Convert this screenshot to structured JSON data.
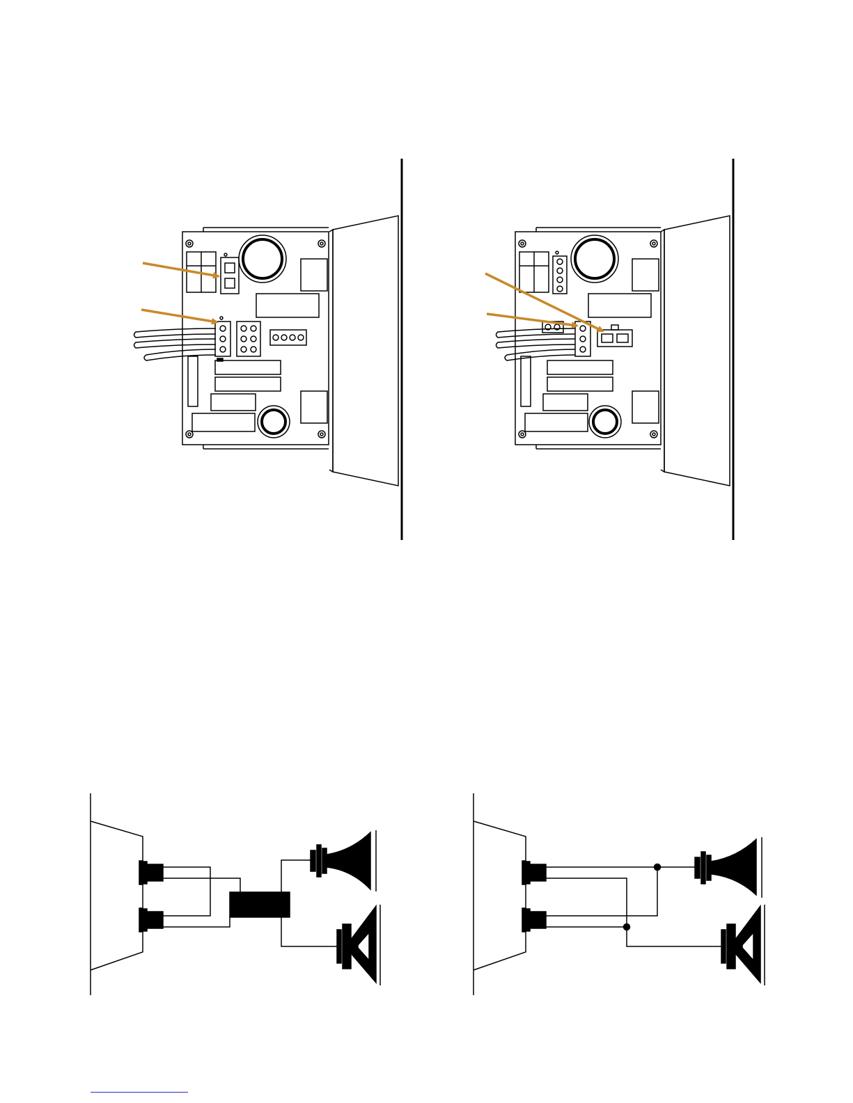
{
  "figure": {
    "panels": [
      {
        "id": "wiring-mode-a",
        "kind": "board-illustration",
        "arrow_count": 2
      },
      {
        "id": "wiring-mode-b",
        "kind": "board-illustration",
        "arrow_count": 2
      },
      {
        "id": "schematic-with-crossover",
        "kind": "wiring-schematic",
        "components": [
          "input-jack",
          "input-jack",
          "crossover-network",
          "horn-driver",
          "woofer"
        ]
      },
      {
        "id": "schematic-direct",
        "kind": "wiring-schematic",
        "components": [
          "input-jack",
          "input-jack",
          "horn-driver",
          "woofer"
        ]
      }
    ]
  },
  "colors": {
    "line": "#000000",
    "arrow": "#c8892a",
    "paper": "#ffffff",
    "footer_link": "#2a2ad0"
  }
}
